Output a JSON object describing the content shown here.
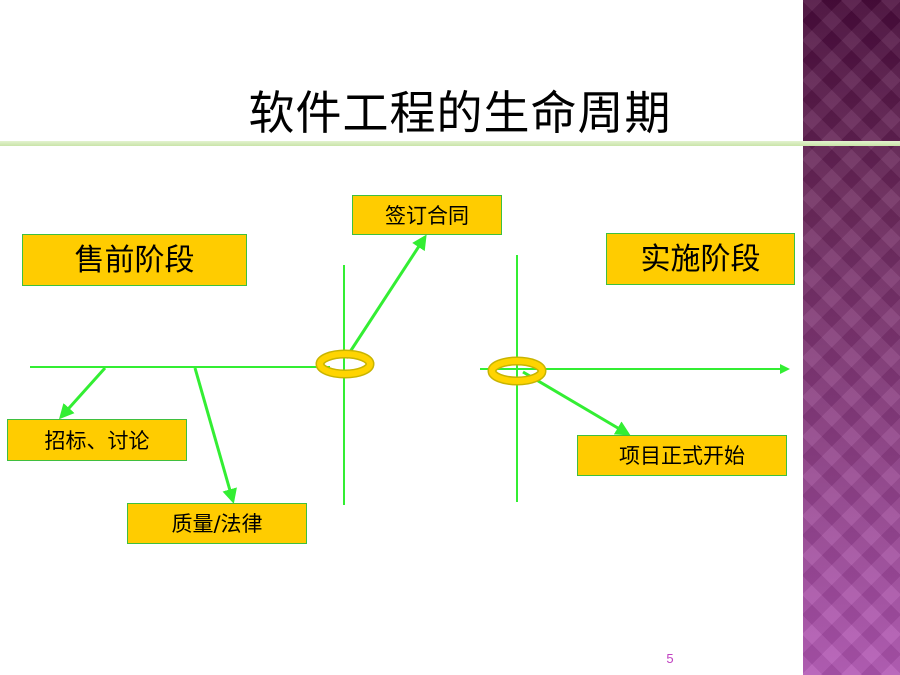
{
  "slide": {
    "title": "软件工程的生命周期",
    "page_number": "5",
    "theme_colors": {
      "box_fill": "#ffcc00",
      "line": "#33ee33",
      "side_band": "#8e3f86"
    }
  },
  "diagram": {
    "phase_left": "售前阶段",
    "phase_right": "实施阶段",
    "milestone_top": "签订合同",
    "branch_1": "招标、讨论",
    "branch_2": "质量/法律",
    "branch_3": "项目正式开始"
  }
}
